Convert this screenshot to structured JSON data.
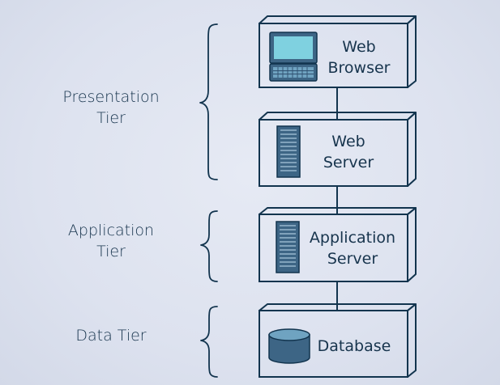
{
  "tiers": [
    {
      "line1": "Presentation",
      "line2": "Tier"
    },
    {
      "line1": "Application",
      "line2": "Tier"
    },
    {
      "line1": "Data Tier",
      "line2": ""
    }
  ],
  "nodes": [
    {
      "line1": "Web",
      "line2": "Browser",
      "icon": "laptop-icon"
    },
    {
      "line1": "Web",
      "line2": "Server",
      "icon": "server-rack-icon"
    },
    {
      "line1": "Application",
      "line2": "Server",
      "icon": "server-rack-icon"
    },
    {
      "line1": "Database",
      "line2": "",
      "icon": "database-cylinder-icon"
    }
  ],
  "colors": {
    "outline": "#12344e",
    "text": "#17344d",
    "icon_fill": "#3d6585",
    "screen": "#7fd1e0",
    "background": "#dde2ef"
  }
}
